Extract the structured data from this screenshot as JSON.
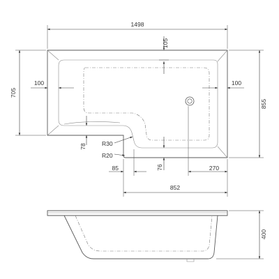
{
  "plan_view": {
    "dimensions": {
      "overall_length": "1498",
      "overall_width": "855",
      "inner_width": "705",
      "end_rim": "105",
      "left_rim": "100",
      "right_rim": "100",
      "foot_gap": "78",
      "outer_radius": "R30",
      "inner_radius": "R20",
      "step_offset": "85",
      "front_rim": "76",
      "waste_offset": "270",
      "step_length": "852"
    }
  },
  "side_view": {
    "dimensions": {
      "height": "400"
    }
  }
}
